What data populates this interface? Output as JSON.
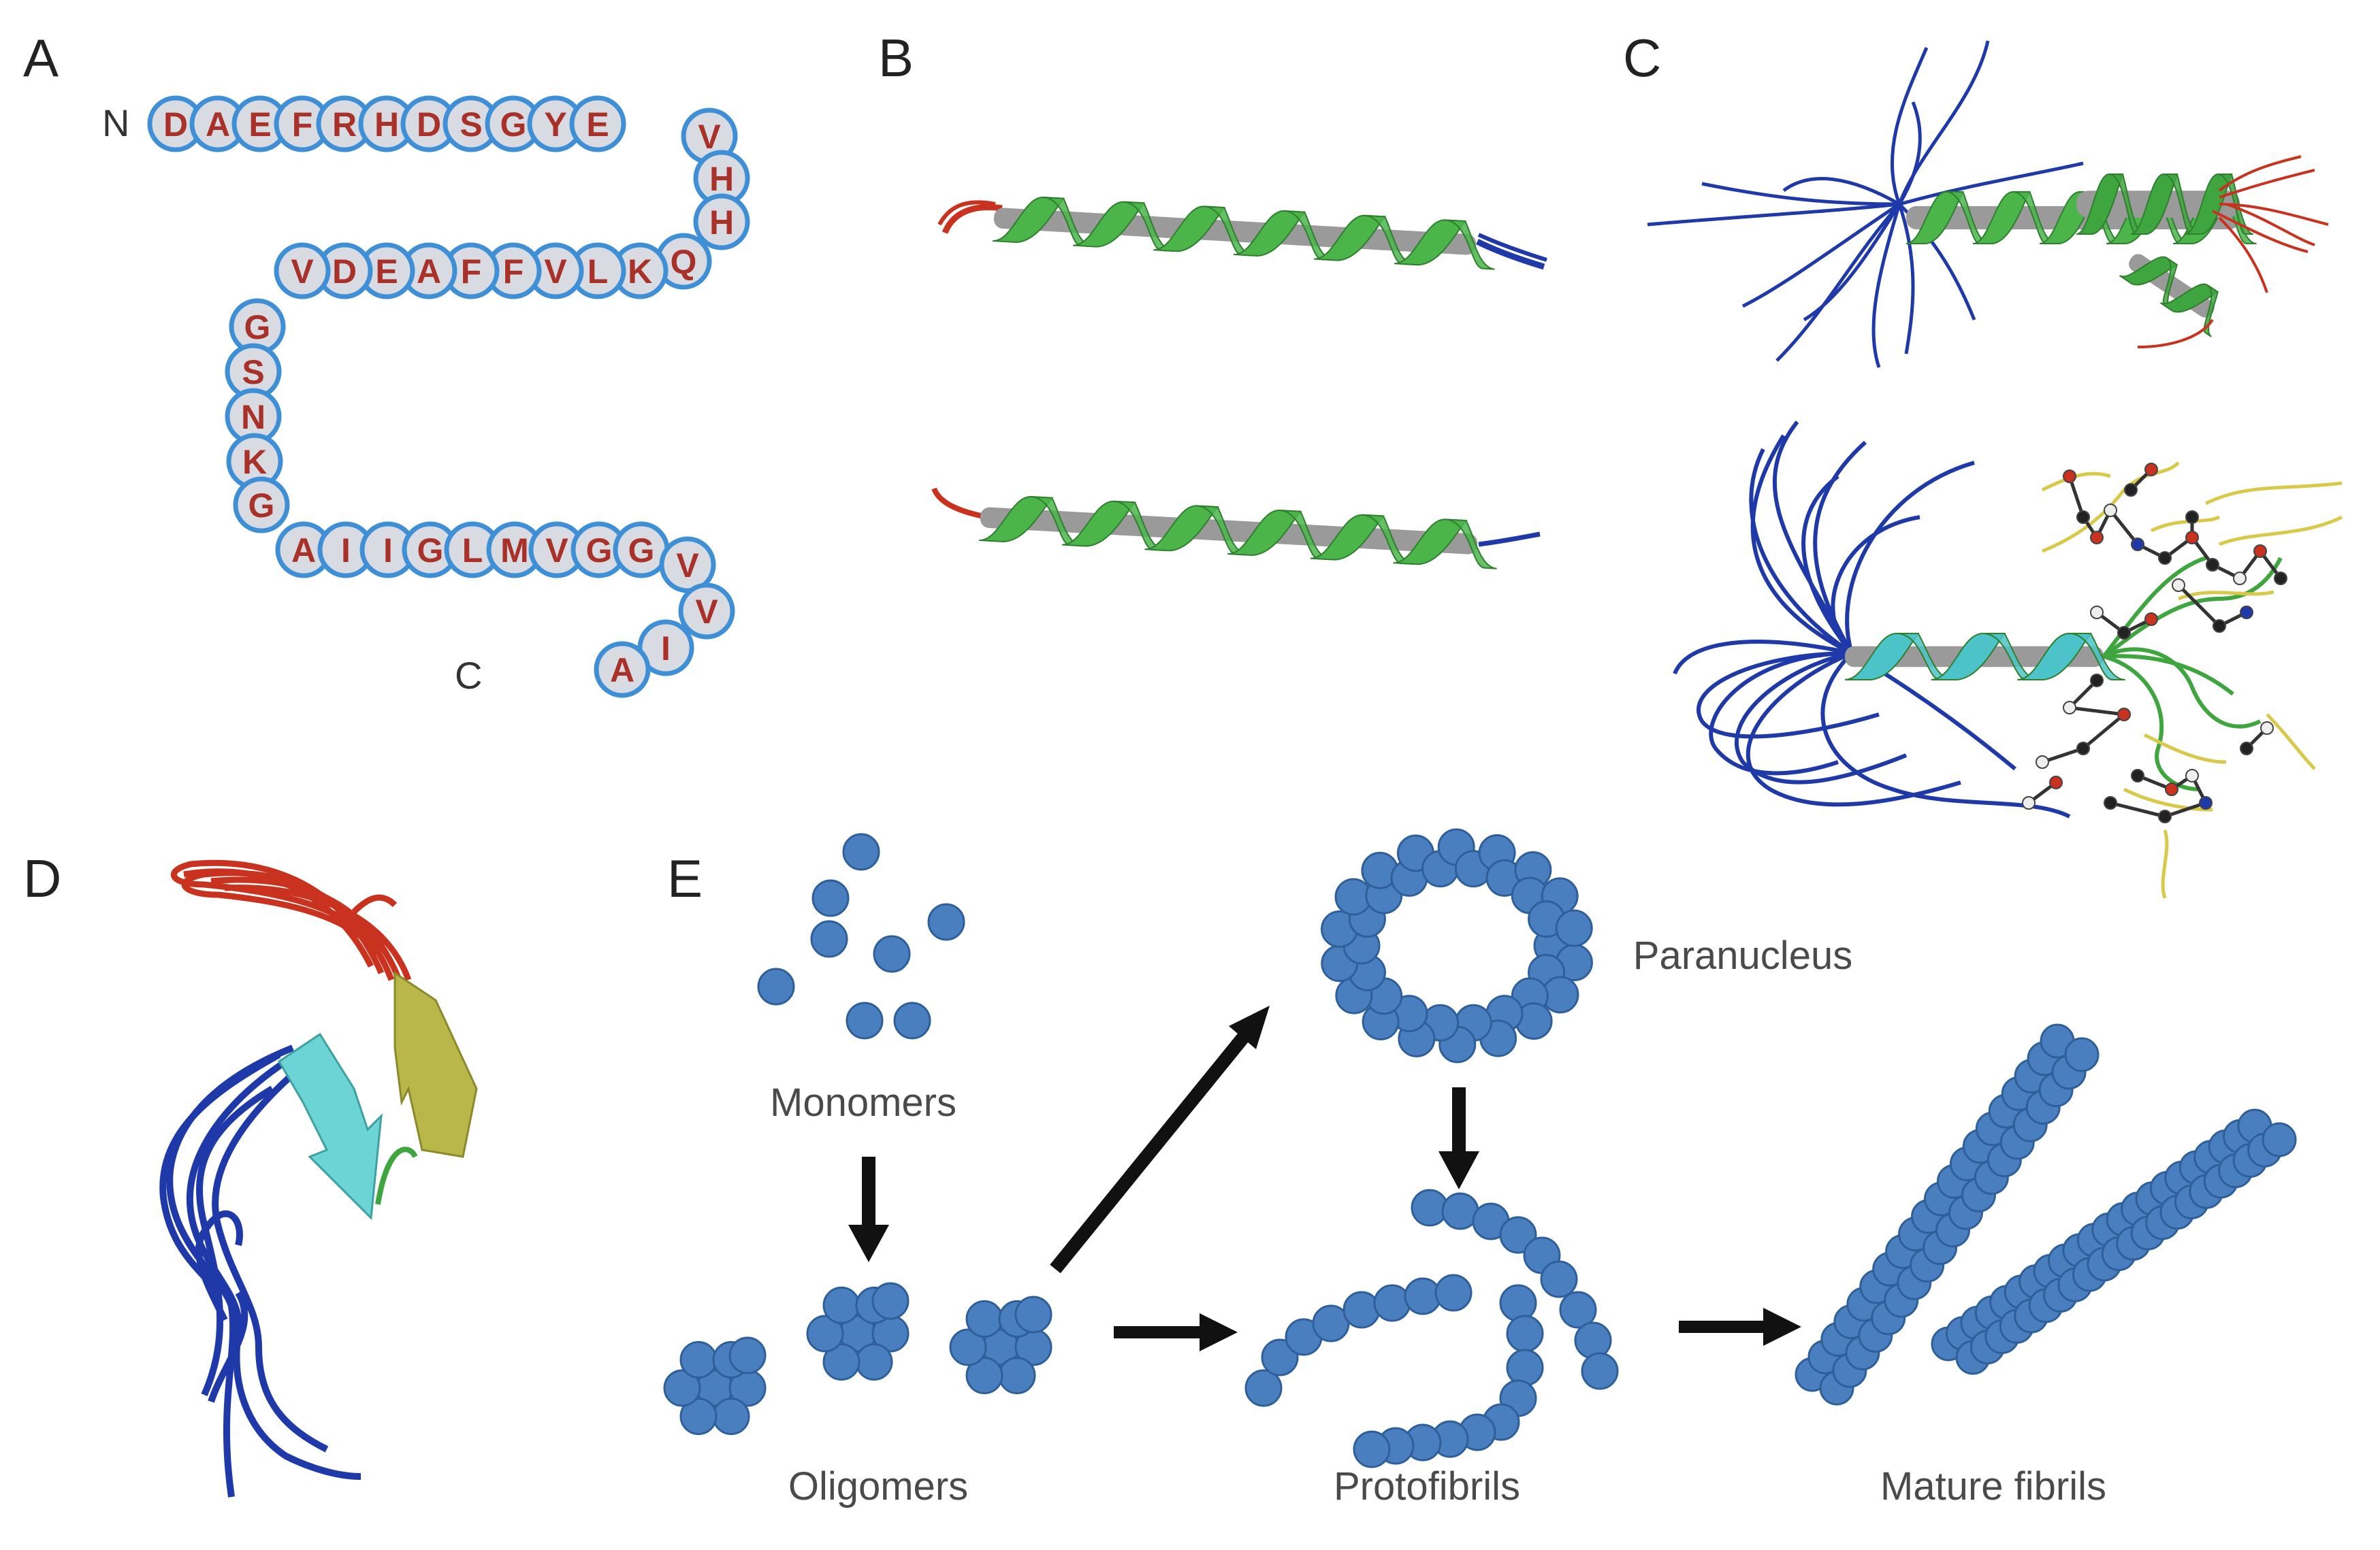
{
  "panels": {
    "A": "A",
    "B": "B",
    "C": "C",
    "D": "D",
    "E": "E"
  },
  "sequence": {
    "n_label": "N",
    "c_label": "C",
    "residues": [
      "D",
      "A",
      "E",
      "F",
      "R",
      "H",
      "D",
      "S",
      "G",
      "Y",
      "E",
      "V",
      "H",
      "H",
      "Q",
      "K",
      "L",
      "V",
      "F",
      "F",
      "A",
      "E",
      "D",
      "V",
      "G",
      "S",
      "N",
      "K",
      "G",
      "A",
      "I",
      "I",
      "G",
      "L",
      "M",
      "V",
      "G",
      "G",
      "V",
      "V",
      "I",
      "A"
    ]
  },
  "aggregation": {
    "monomers": "Monomers",
    "oligomers": "Oligomers",
    "paranucleus": "Paranucleus",
    "protofibrils": "Protofibrils",
    "mature_fibrils": "Mature fibrils"
  },
  "colors": {
    "bead_fill": "#d8dce2",
    "bead_stroke": "#3f8fd6",
    "residue_text": "#a8322a",
    "helix_green": "#4bb54a",
    "helix_cyan": "#4cc3c8",
    "n_tail": "#c9321f",
    "c_tail": "#1f3aa8",
    "sphere": "#4a7fbf",
    "arrow": "#111111"
  }
}
